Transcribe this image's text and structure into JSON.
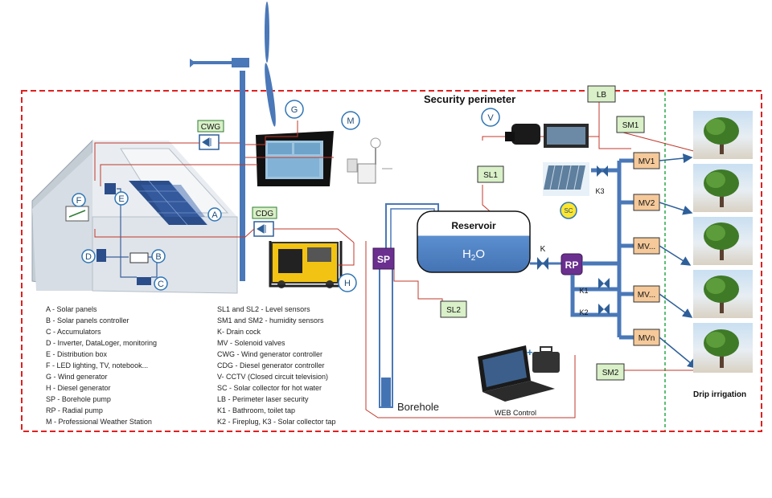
{
  "perimeter_title": "Security perimeter",
  "drip_irrigation_label": "Drip irrigation",
  "borehole_label": "Borehole",
  "reservoir_label": "Reservoir",
  "reservoir_content": "H2O",
  "web_control_label": "WEB Control",
  "house_markers": {
    "a": "A",
    "b": "B",
    "c": "C",
    "d": "D",
    "e": "E",
    "f": "F",
    "g": "G",
    "h": "H",
    "m": "M",
    "v": "V"
  },
  "tags": {
    "cwg": "CWG",
    "cdg": "CDG",
    "lb": "LB",
    "sm1": "SM1",
    "sm2": "SM2",
    "sl1": "SL1",
    "sl2": "SL2",
    "sp": "SP",
    "rp": "RP",
    "sc": "SC",
    "k": "K",
    "k1": "K1",
    "k2": "K2",
    "k3": "K3"
  },
  "valves": [
    "MV1",
    "MV2",
    "MV...",
    "MV...",
    "MVn"
  ],
  "legend_left": [
    "A - Solar panels",
    "B - Solar panels controller",
    "C - Accumulators",
    "D - Inverter, DataLoger, monitoring",
    "E - Distribution box",
    "F - LED lighting, TV, notebook...",
    "G - Wind generator",
    "H - Diesel generator",
    "SP - Borehole pump",
    "RP - Radial pump",
    "M - Professional Weather Station"
  ],
  "legend_right": [
    "SL1 and SL2 - Level sensors",
    "SM1 and SM2 - humidity sensors",
    "K- Drain cock",
    "MV - Solenoid valves",
    "CWG - Wind generator controller",
    "CDG - Diesel generator controller",
    "V- CCTV (Closed circuit television)",
    "SC - Solar collector for hot water",
    "LB - Perimeter laser security",
    "K1 - Bathroom, toilet tap",
    "K2 - Fireplug, K3 - Solar collector tap"
  ],
  "colors": {
    "perimeter": "#e02020",
    "irrigation_divider": "#2aa84a",
    "pipe": "#4a78b8",
    "wire": "#c0392b",
    "tag_fill": "#d9f0c8",
    "valve_fill": "#f5c99a",
    "pump_fill": "#6a2f8f",
    "circle_stroke": "#2e75b6"
  }
}
